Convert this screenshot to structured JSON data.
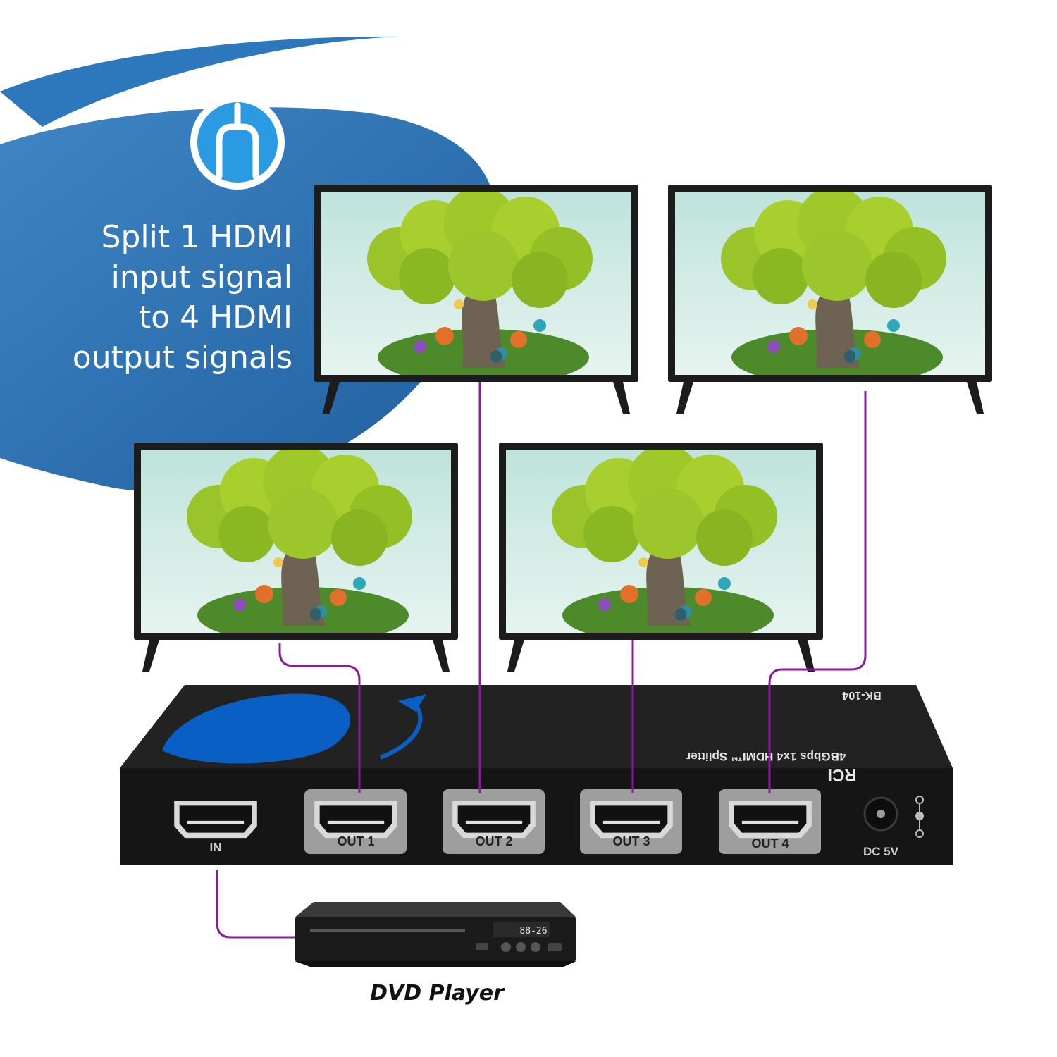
{
  "headline": {
    "lines": [
      "Split 1 HDMI",
      "input signal",
      "to 4 HDMI",
      "output signals"
    ]
  },
  "splitter": {
    "brand": "RCI",
    "model_label": "4BGbps 1x4 HDMI™ Splitter",
    "model_number": "BK-104",
    "ports": {
      "in": "IN",
      "out1": "OUT 1",
      "out2": "OUT 2",
      "out3": "OUT 3",
      "out4": "OUT 4",
      "power": "DC 5V"
    }
  },
  "dvd": {
    "display": "88-26",
    "caption": "DVD Player"
  },
  "icons": {
    "badge": "splitter-plug-icon"
  },
  "colors": {
    "blue_swoosh": "#2a6fb0",
    "cable": "#8a1b9c",
    "device_body": "#1a1a1a",
    "logo_blue": "#0a5fc4"
  }
}
